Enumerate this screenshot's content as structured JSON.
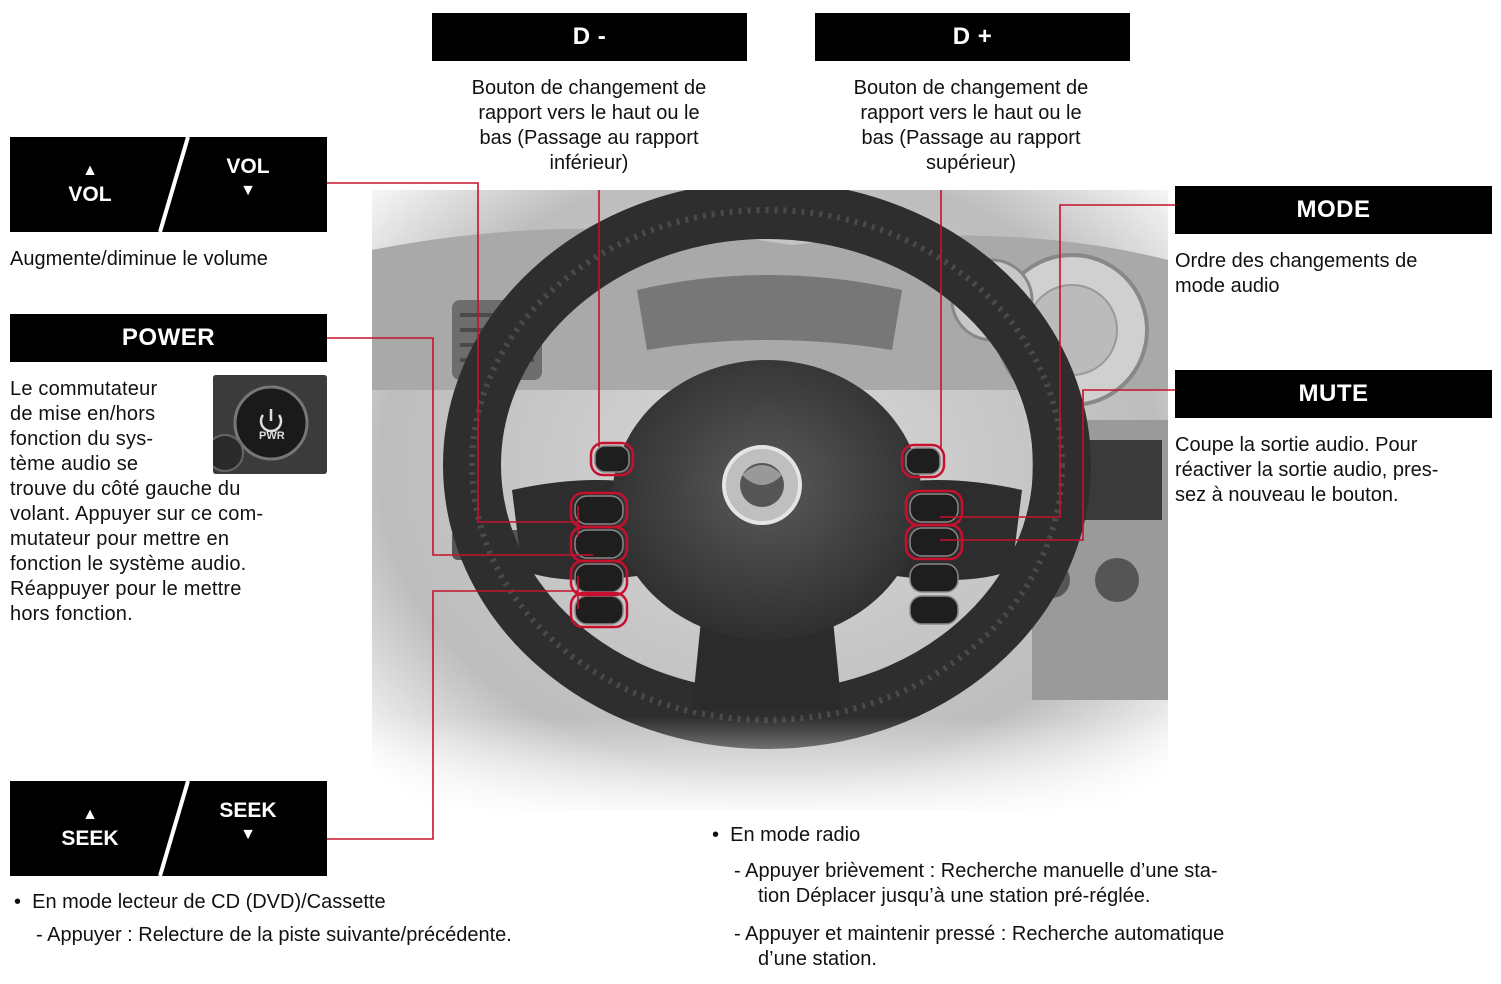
{
  "d_minus": {
    "label": "D -",
    "desc_lines": [
      "Bouton de changement de",
      "rapport vers le haut ou le",
      "bas (Passage au rapport",
      "inférieur)"
    ]
  },
  "d_plus": {
    "label": "D +",
    "desc_lines": [
      "Bouton de changement de",
      "rapport vers le haut ou le",
      "bas (Passage au rapport",
      "supérieur)"
    ]
  },
  "vol": {
    "left_label": "VOL",
    "right_label": "VOL",
    "up_icon": "triangle-up",
    "down_icon": "triangle-down",
    "desc": "Augmente/diminue le volume"
  },
  "power": {
    "label": "POWER",
    "thumb_text": "PWR",
    "text_lines": [
      "Le commutateur",
      "de mise en/hors",
      "fonction du sys-",
      "tème audio se",
      "trouve du côté gauche du",
      "volant. Appuyer sur ce com-",
      "mutateur pour mettre en",
      "fonction le système audio.",
      "Réappuyer pour le mettre",
      "hors fonction."
    ]
  },
  "mode": {
    "label": "MODE",
    "desc_lines": [
      "Ordre des changements de",
      "mode audio"
    ]
  },
  "mute": {
    "label": "MUTE",
    "desc_lines": [
      "Coupe la sortie audio. Pour",
      "réactiver la sortie audio, pres-",
      "sez à nouveau le bouton."
    ]
  },
  "seek": {
    "left_label": "SEEK",
    "right_label": "SEEK",
    "cd_mode": {
      "bullet": "En mode lecteur de CD (DVD)/Cassette",
      "items": [
        "- Appuyer : Relecture de la piste suivante/précédente."
      ]
    },
    "radio_mode": {
      "bullet": "En mode radio",
      "item1_lines": [
        "- Appuyer brièvement : Recherche manuelle d’une sta-",
        "tion Déplacer jusqu’à une station pré-réglée."
      ],
      "item2_lines": [
        "- Appuyer et maintenir pressé : Recherche automatique",
        "d’une station."
      ]
    }
  },
  "colors": {
    "leader": "#c8102e",
    "label_bg": "#000000",
    "label_text": "#ffffff"
  }
}
